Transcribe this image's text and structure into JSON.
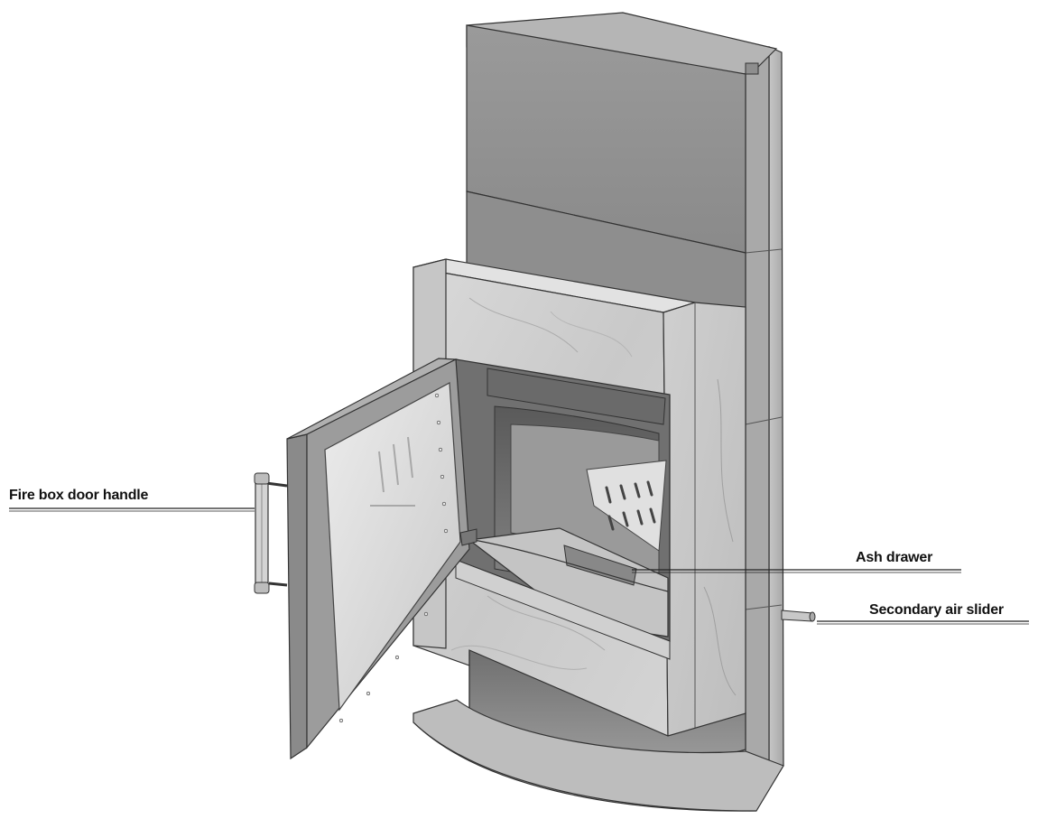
{
  "diagram": {
    "labels": {
      "door_handle": "Fire box door handle",
      "ash_drawer": "Ash drawer",
      "secondary_air": "Secondary air slider"
    },
    "colors": {
      "steel_dark": "#8c8c8c",
      "steel_mid": "#a6a6a6",
      "steel_light": "#bcbcbc",
      "soapstone": "#cfcfcf",
      "outline": "#333333",
      "background": "#ffffff"
    }
  }
}
